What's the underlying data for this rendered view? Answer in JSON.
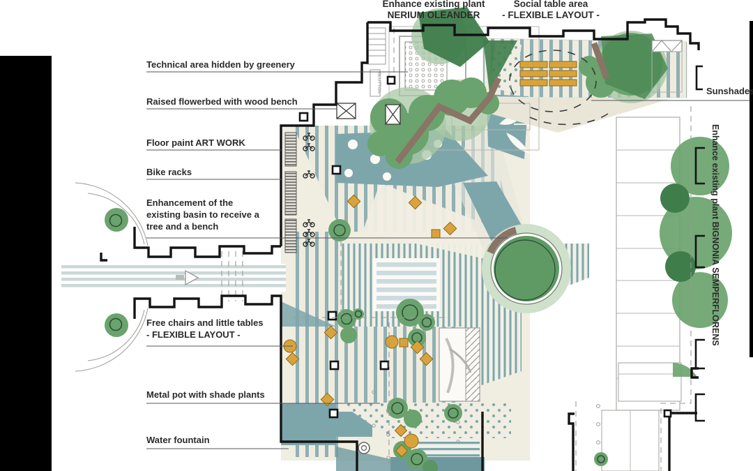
{
  "figure": {
    "kind": "landscape-architecture-site-plan",
    "description": "Courtyard redesign plan with annotated landscape features"
  },
  "colors": {
    "paving_stripe_teal": "#8fb0b4",
    "floor_paint_teal": "#7da6ab",
    "floor_paint_teal_dark": "#6f989e",
    "paving_cream": "#efecdf",
    "tree_green": "#6aa36d",
    "tree_green_dark": "#3f7d4b",
    "tree_green_pale": "#a9c8a6",
    "basin_ring_pale": "#cfe0cb",
    "furniture_ochre": "#d9a33b",
    "bench_brown": "#8a7465",
    "wall_black": "#141414",
    "label_text": "#2b2b2b"
  },
  "annotations": {
    "top": [
      {
        "lines": [
          "Enhance existing plant",
          "NERIUM OLEANDER"
        ]
      },
      {
        "lines": [
          "Social table area",
          "- FLEXIBLE LAYOUT -"
        ]
      }
    ],
    "left": [
      {
        "lines": [
          "Technical area hidden by greenery"
        ]
      },
      {
        "lines": [
          "Raised flowerbed with wood bench"
        ]
      },
      {
        "lines": [
          "Floor paint ART WORK"
        ]
      },
      {
        "lines": [
          "Bike racks"
        ]
      },
      {
        "lines": [
          "Enhancement of the",
          "existing basin to receive a",
          "tree and a bench"
        ]
      },
      {
        "lines": [
          "Free chairs and little tables",
          "- FLEXIBLE LAYOUT -"
        ]
      },
      {
        "lines": [
          "Metal pot with shade plants"
        ]
      },
      {
        "lines": [
          "Water fountain"
        ]
      }
    ],
    "right": [
      {
        "label": "Sunshades"
      },
      {
        "label": "Enhance existing plant BIGNONIA SEMPERFLORENS"
      }
    ],
    "plan": {
      "glutton_label": "GLUTTON"
    }
  }
}
